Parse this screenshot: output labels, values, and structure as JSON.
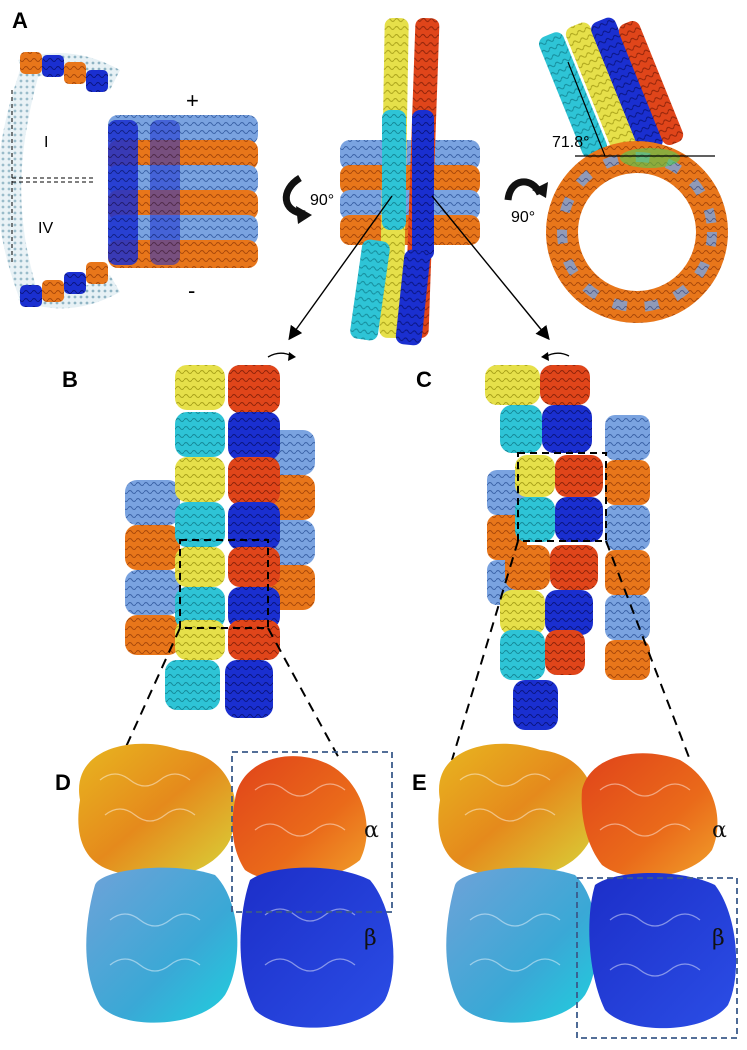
{
  "figure": {
    "panels": {
      "a": "A",
      "b": "B",
      "c": "C",
      "d": "D",
      "e": "E"
    },
    "panel_a": {
      "region_upper": "I",
      "region_lower": "IV",
      "plus_end": "+",
      "minus_end": "-",
      "rotation_left": "90°",
      "rotation_right": "90°",
      "angle": "71.8°"
    },
    "panel_d": {
      "alpha": "α",
      "beta": "β"
    },
    "panel_e": {
      "alpha": "α",
      "beta": "β"
    },
    "colors": {
      "alpha_orange": "#e8761a",
      "alpha_red": "#e0451a",
      "beta_blue": "#1a2fd0",
      "beta_light": "#6f9fe0",
      "yellow": "#e6e04a",
      "cyan": "#2ec4d6",
      "scaffold": "#b9d7e2"
    }
  }
}
